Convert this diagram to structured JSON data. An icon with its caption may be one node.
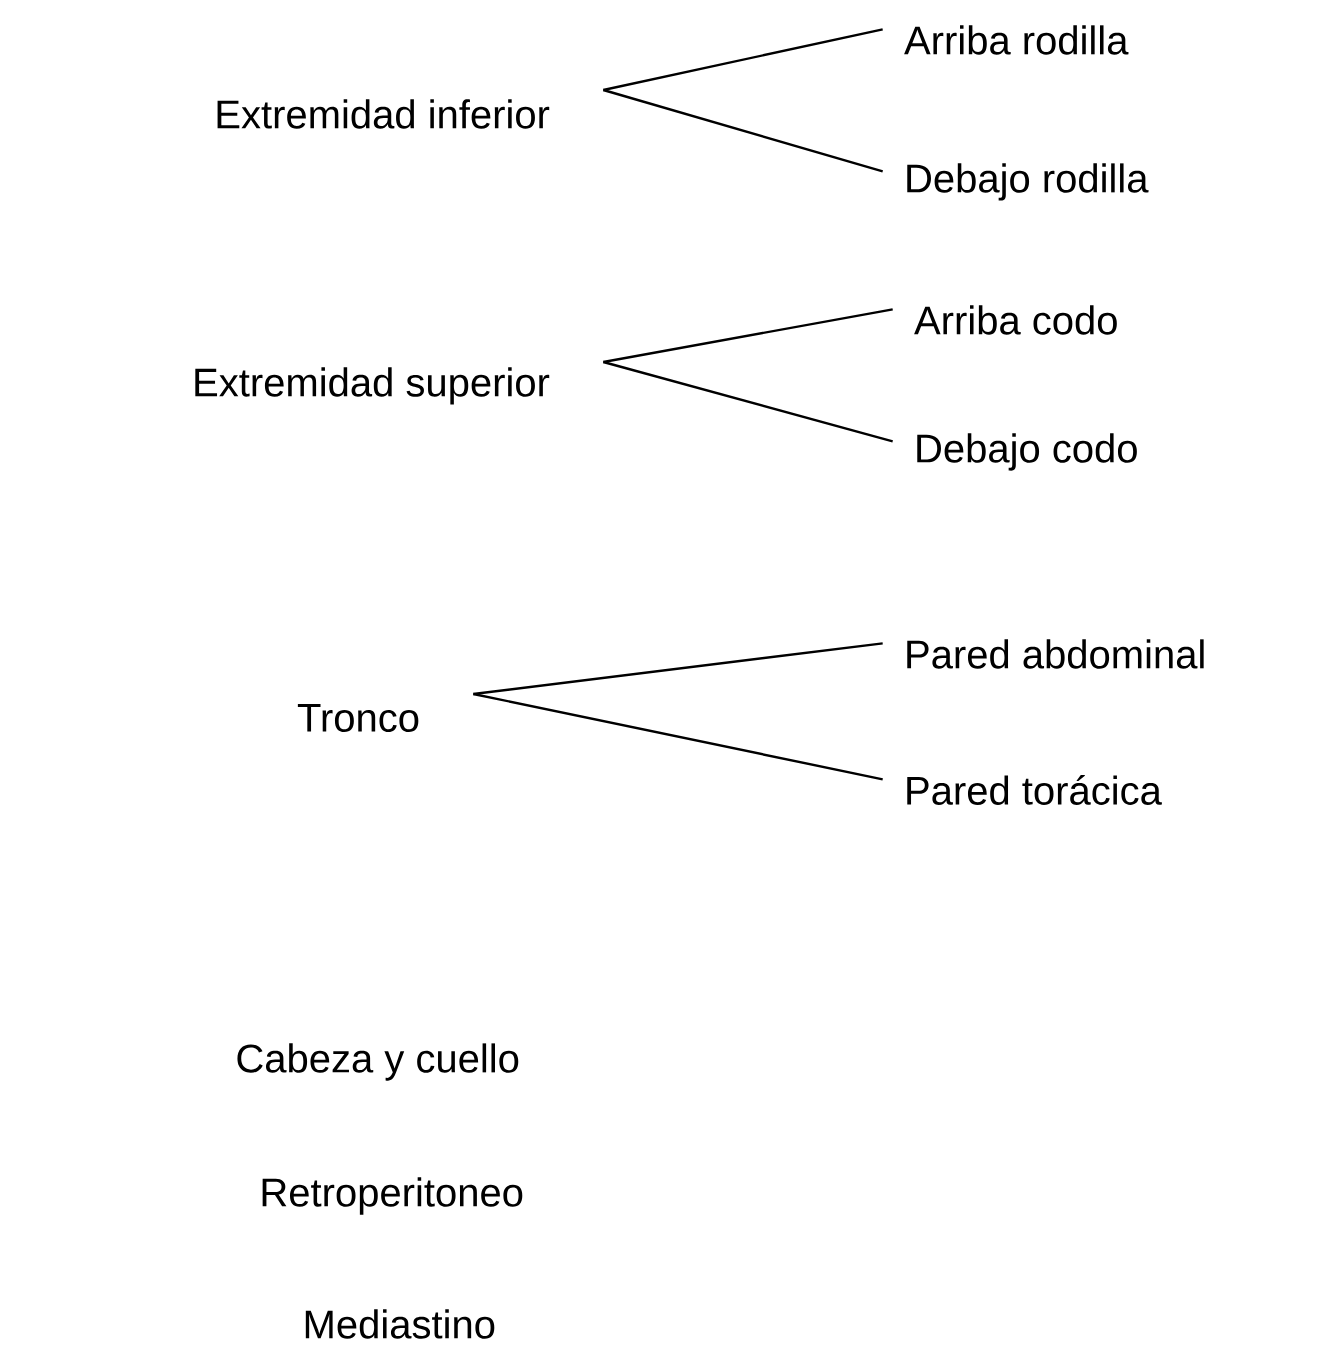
{
  "diagram": {
    "nodes": [
      {
        "text": [
          "Extremidad inferior"
        ]
      },
      {
        "text": [
          "Arriba rodilla"
        ]
      },
      {
        "text": [
          "Debajo rodilla"
        ]
      },
      {
        "text": [
          "Extremidad superior"
        ]
      },
      {
        "text": [
          "Arriba codo"
        ]
      },
      {
        "text": [
          "Debajo codo"
        ]
      },
      {
        "text": [
          "Tronco"
        ]
      },
      {
        "text": [
          "Pared abdominal"
        ]
      },
      {
        "text": [
          "Pared torácica"
        ]
      }
    ],
    "edges": [
      {
        "from": 0,
        "to": 1,
        "arrow": "none"
      },
      {
        "from": 0,
        "to": 2,
        "arrow": "none"
      },
      {
        "from": 3,
        "to": 4,
        "arrow": "none"
      },
      {
        "from": 3,
        "to": 5,
        "arrow": "none"
      },
      {
        "from": 6,
        "to": 7,
        "arrow": "none"
      },
      {
        "from": 6,
        "to": 8,
        "arrow": "none"
      }
    ],
    "labels": [
      "Cabeza y cuello",
      "Retroperitoneo",
      "Mediastino"
    ]
  }
}
